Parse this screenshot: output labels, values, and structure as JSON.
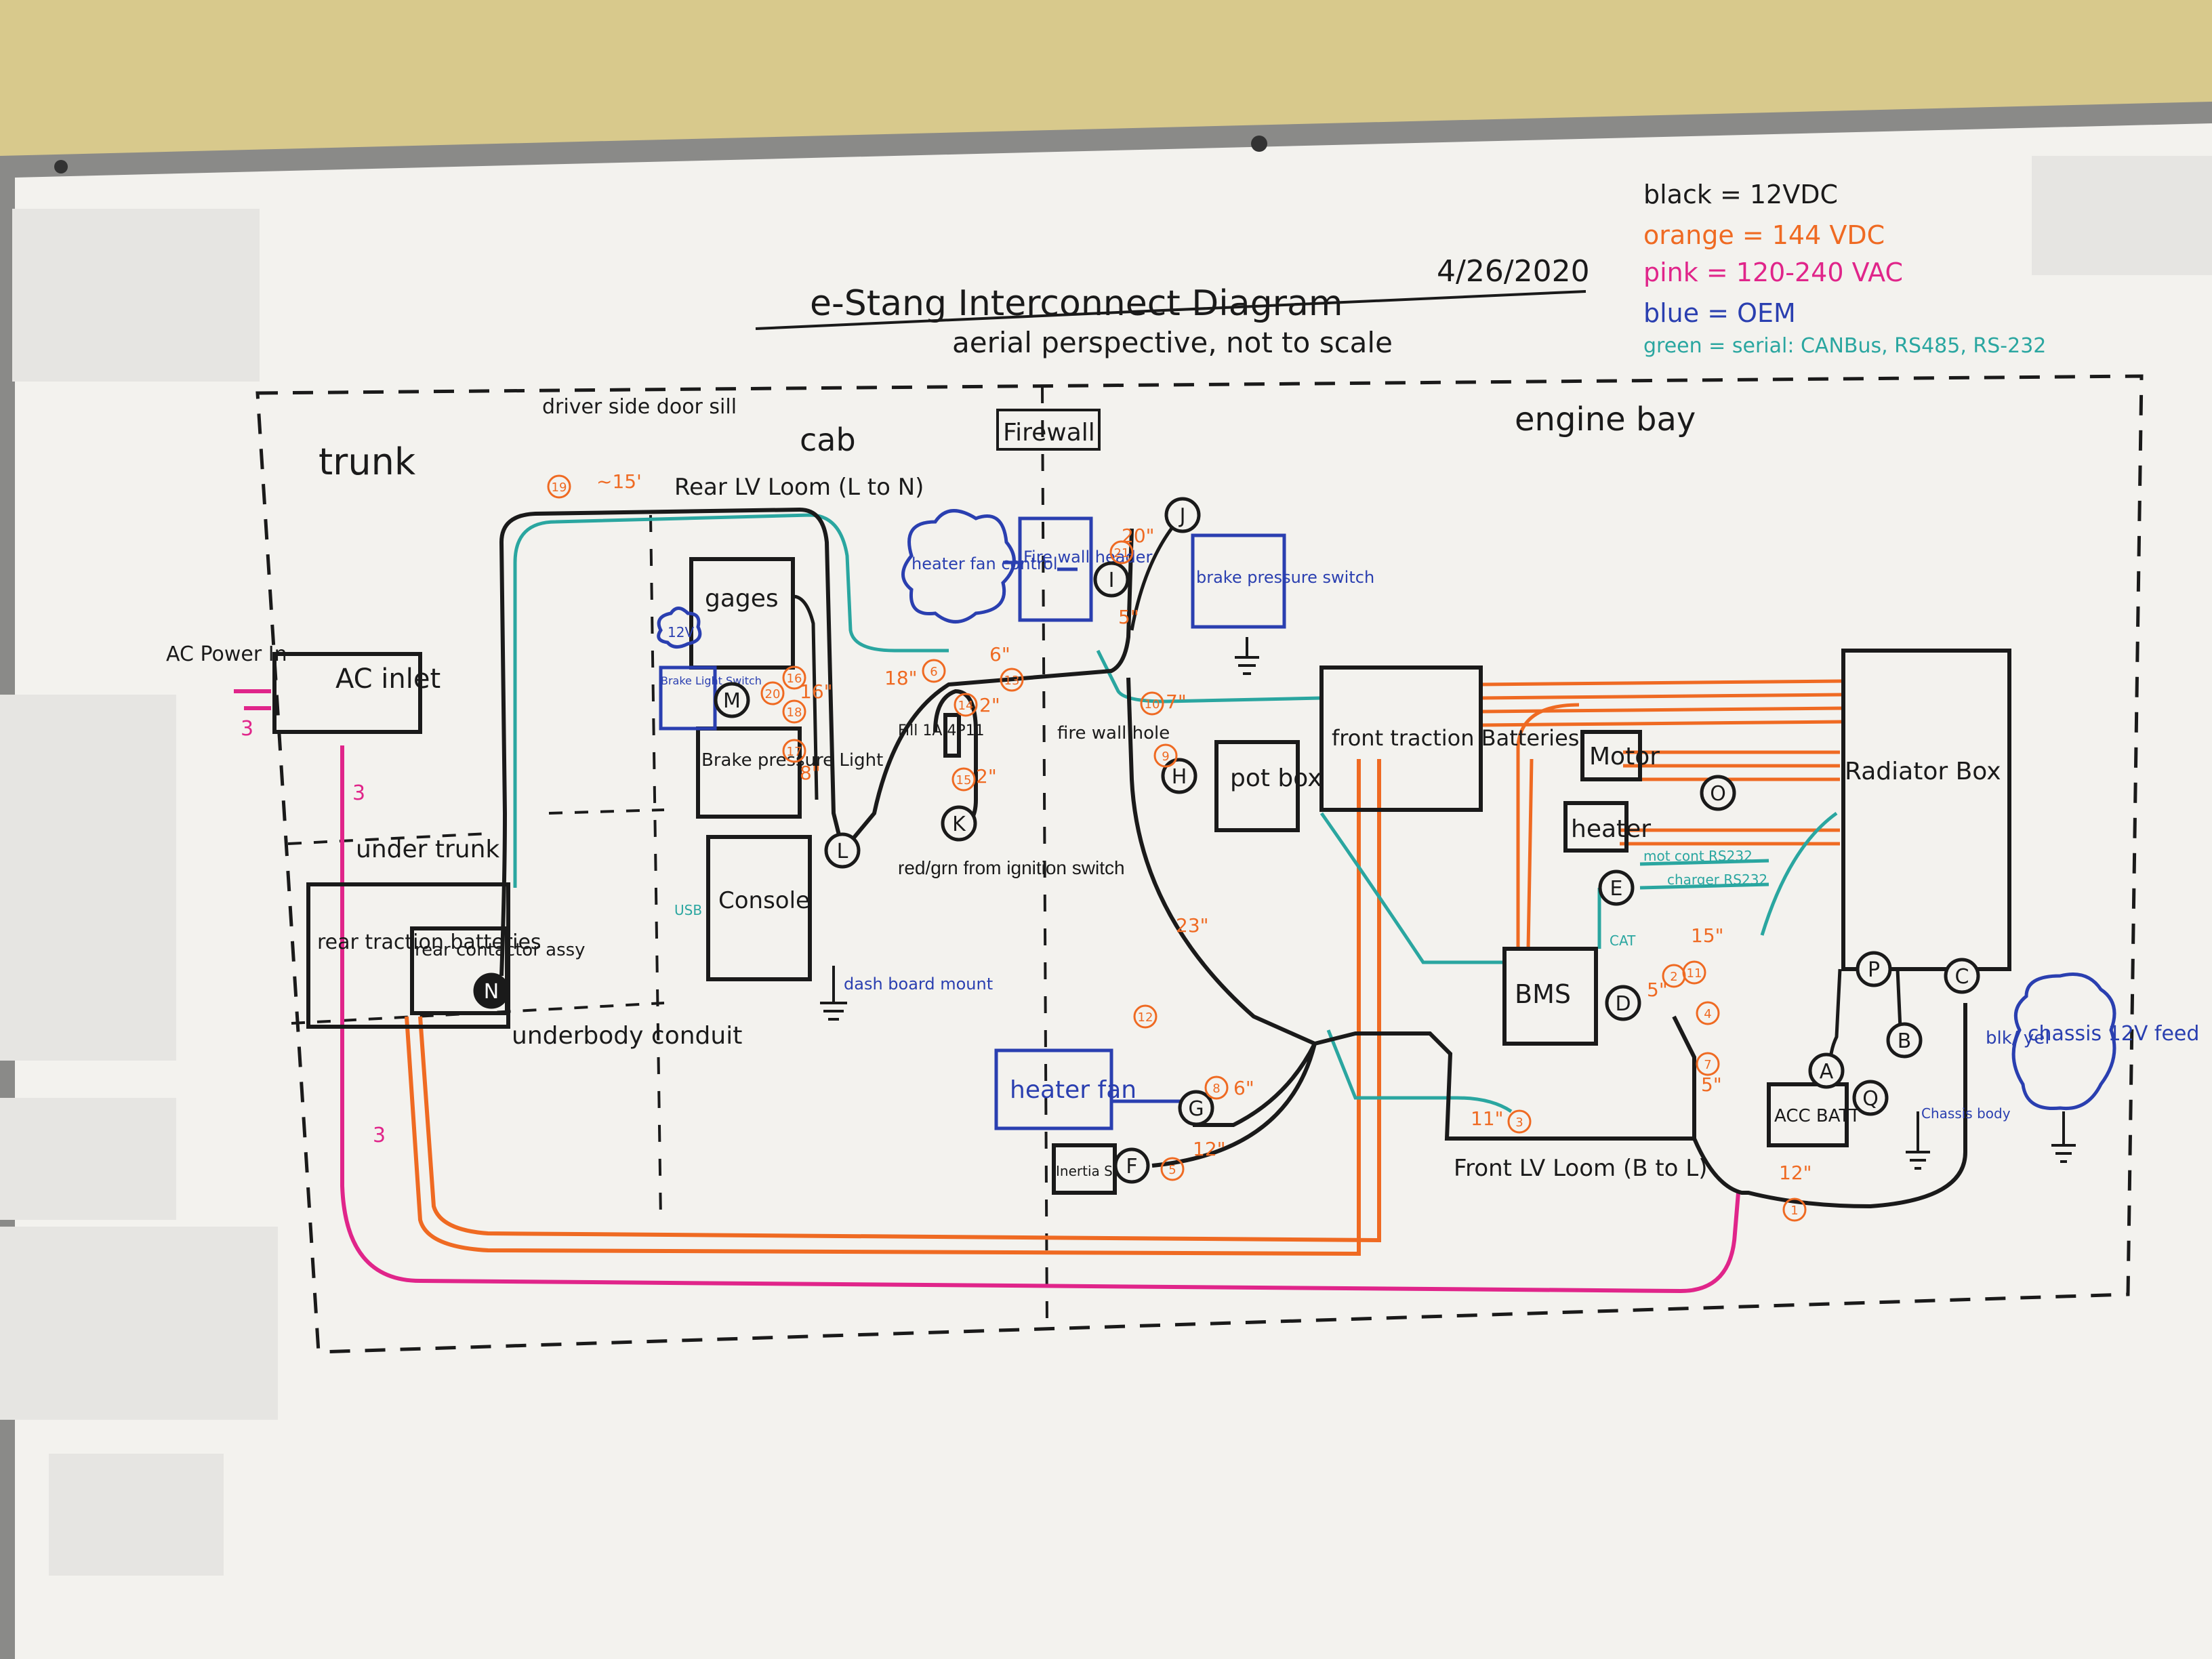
{
  "header": {
    "title": "e-Stang Interconnect Diagram",
    "date": "4/26/2020",
    "subtitle": "aerial perspective, not to scale"
  },
  "legend": [
    {
      "label": "black = 12VDC",
      "color": "#1a1a1a"
    },
    {
      "label": "orange = 144 VDC",
      "color": "#ef6a22"
    },
    {
      "label": "pink = 120-240 VAC",
      "color": "#e0258a"
    },
    {
      "label": "blue = OEM",
      "color": "#2a3fb0"
    },
    {
      "label": "green = serial: CANBus, RS485, RS-232",
      "color": "#2aa6a0"
    }
  ],
  "regions": {
    "trunk": "trunk",
    "under_trunk": "under trunk",
    "driver_sill": "driver side door sill",
    "cab": "cab",
    "firewall": "Firewall",
    "engine_bay": "engine bay",
    "underbody": "underbody conduit"
  },
  "components": {
    "ac_inlet": "AC inlet",
    "ac_power_in": "AC Power In",
    "rear_batteries": "rear traction batteries",
    "rear_contactor": "rear contactor assy",
    "gages": "gages",
    "brake_light_switch": "Brake Light Switch",
    "brake_pressure_light": "Brake pressure Light",
    "console": "Console",
    "heater_fan_control": "heater fan control",
    "firewall_header": "Fire wall header",
    "brake_pressure_switch": "brake pressure switch",
    "pot_box": "pot box",
    "front_batteries": "front traction Batteries",
    "motor": "Motor",
    "heater": "heater",
    "radiator_box": "Radiator Box",
    "bms": "BMS",
    "acc_batt": "ACC BATT",
    "chassis_12v": "chassis 12V feed",
    "heater_fan": "heater fan",
    "inertia_sw": "Inertia SW.",
    "fuse": "Fill 1A 4P11",
    "firewall_hole": "fire wall hole",
    "v12": "12V",
    "chassis_body": "Chassis body",
    "dash_mount": "dash board mount",
    "usb": "USB",
    "cat": "CAT"
  },
  "annotations": {
    "rear_lv_loom": "Rear LV Loom (L to N)",
    "front_lv_loom": "Front LV Loom (B to L)",
    "ignition": "red/grn from ignition switch",
    "mot_cont": "mot cont RS232",
    "charger": "charger RS232",
    "blk_yel": "blk/ yel",
    "len_15ft": "~15'",
    "len_20": "20\"",
    "len_5": "5\"",
    "len_6": "6\"",
    "len_7": "7\"",
    "len_18": "18\"",
    "len_2a": "2\"",
    "len_2b": "2\"",
    "len_16": "16\"",
    "len_8": "8\"",
    "len_23": "23\"",
    "len_6b": "6\"",
    "len_12a": "12\"",
    "len_11": "11\"",
    "len_15": "15\"",
    "len_5b": "5\"",
    "len_5c": "5\"",
    "len_12b": "12\"",
    "wire_3a": "3",
    "wire_3b": "3",
    "wire_3c": "3"
  },
  "nodes": [
    "A",
    "B",
    "C",
    "D",
    "E",
    "F",
    "G",
    "H",
    "I",
    "J",
    "K",
    "L",
    "M",
    "N",
    "O",
    "P",
    "Q"
  ],
  "numbers": [
    "19",
    "6",
    "13",
    "14",
    "15",
    "16",
    "17",
    "18",
    "20",
    "21",
    "9",
    "10",
    "11",
    "12",
    "8",
    "3",
    "5",
    "4",
    "7",
    "1",
    "2"
  ]
}
